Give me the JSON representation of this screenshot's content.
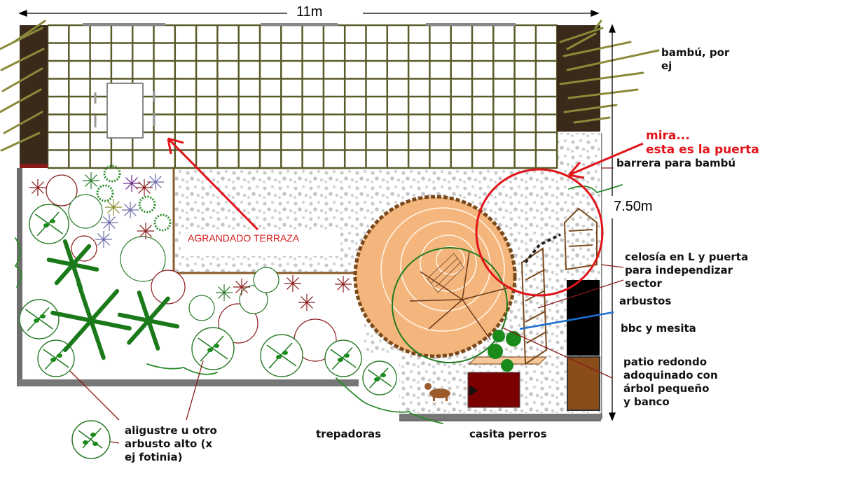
{
  "dimensions": {
    "width_label": "11m",
    "height_label": "7.50m"
  },
  "labels": {
    "bambu": [
      "bambú, por",
      "ej"
    ],
    "mira": [
      "mira...",
      "esta es la puerta"
    ],
    "barrera": "barrera para bambú",
    "terraza": "AGRANDADO TERRAZA",
    "celosia": [
      "celosía en L y puerta",
      "para independizar",
      "sector"
    ],
    "arbustos": "arbustos",
    "bbc": "bbc y mesita",
    "patio": [
      "patio redondo",
      "adoquinado con",
      "árbol pequeño",
      "y banco"
    ],
    "aligustre": [
      "aligustre u otro",
      "arbusto alto (x",
      "ej fotinia)"
    ],
    "trepadoras": "trepadoras",
    "casita": "casita perros"
  },
  "colors": {
    "red_annotation": "#e0141a",
    "patio_fill": "#f5b67d",
    "grid_lines": "#5a5a2a",
    "wall_gray": "#6e6e6e",
    "planter_brown": "#3a2a1a",
    "border_brown": "#7a4a1c",
    "shrub_green": "#1a7a1a",
    "pointer_blue": "#1a6fd1"
  }
}
